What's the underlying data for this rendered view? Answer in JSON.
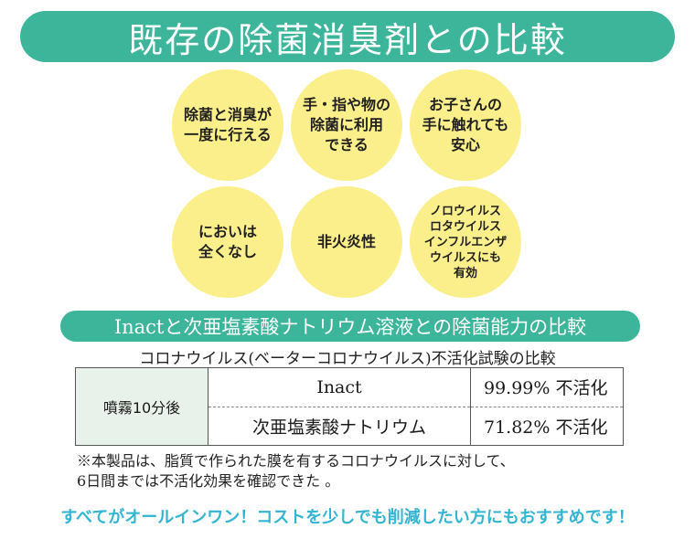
{
  "title": "既存の除菌消臭剤との比較",
  "features": [
    "除菌と消臭が\n一度に行える",
    "手・指や物の\n除菌に利用\nできる",
    "お子さんの\n手に触れても\n安心",
    "においは\n全くなし",
    "非火炎性",
    "ノロウイルス\nロタウイルス\nインフルエンザ\nウイルスにも\n有効"
  ],
  "comparison_banner": "Inactと次亜塩素酸ナトリウム溶液との除菌能力の比較",
  "test_caption": "コロナウイルス(ベーターコロナウイルス)不活化試験の比較",
  "table": {
    "condition": "噴霧10分後",
    "rows": [
      {
        "product": "Inact",
        "result": "99.99% 不活化"
      },
      {
        "product": "次亜塩素酸ナトリウム",
        "result": "71.82% 不活化"
      }
    ]
  },
  "note": [
    "※本製品は、脂質で作られた膜を有するコロナウイルスに対して、",
    "6日間までは不活化効果を確認できた 。"
  ],
  "footer": "すべてがオールインワン！コストを少しでも削減したい方にもおすすめです！",
  "colors": {
    "banner": "#3cb59a",
    "circle": "#fbef8b",
    "footer_text": "#32b4d2"
  }
}
